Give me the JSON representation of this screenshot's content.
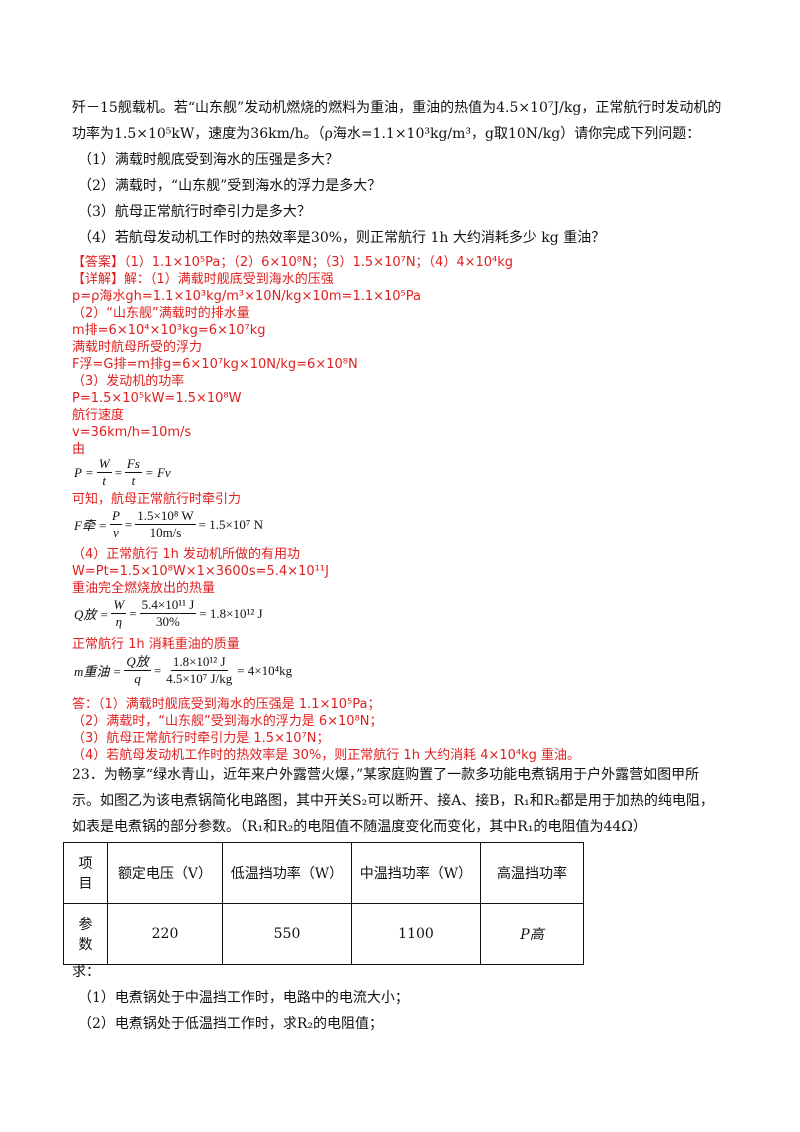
{
  "question": {
    "p1": "歼－15舰载机。若“山东舰”发动机燃烧的燃料为重油，重油的热值为4.5×10⁷J/kg，正常航行时发动机的",
    "p2": "功率为1.5×10⁵kW，速度为36km/h。（ρ海水=1.1×10³kg/m³，g取10N/kg）请你完成下列问题：",
    "q1": "（1）满载时舰底受到海水的压强是多大？",
    "q2": "（2）满载时，“山东舰”受到海水的浮力是多大？",
    "q3": "（3）航母正常航行时牵引力是多大？",
    "q4": "（4）若航母发动机工作时的热效率是30%，则正常航行 1h 大约消耗多少 kg 重油？"
  },
  "answer": {
    "a1": "【答案】（1）1.1×10⁵Pa；（2）6×10⁸N；（3）1.5×10⁷N；（4）4×10⁴kg",
    "a2": "【详解】解：（1）满载时舰底受到海水的压强",
    "a3": "p=ρ海水gh=1.1×10³kg/m³×10N/kg×10m=1.1×10⁵Pa",
    "a4": "（2）“山东舰”满载时的排水量",
    "a5": "m排=6×10⁴×10³kg=6×10⁷kg",
    "a6": "满载时航母所受的浮力",
    "a7": "F浮=G排=m排g=6×10⁷kg×10N/kg=6×10⁸N",
    "a8": "（3）发动机的功率",
    "a9": "P=1.5×10⁵kW=1.5×10⁸W",
    "a10": "航行速度",
    "a11": "v=36km/h=10m/s",
    "a12": "由",
    "a13": "可知，航母正常航行时牵引力",
    "a14": "（4）正常航行 1h 发动机所做的有用功",
    "a15": "W=Pt=1.5×10⁸W×1×3600s=5.4×10¹¹J",
    "a16": "重油完全燃烧放出的热量",
    "a17": "正常航行 1h 消耗重油的质量",
    "a18": "答：（1）满载时舰底受到海水的压强是 1.1×10⁵Pa；",
    "a19": "（2）满载时，“山东舰”受到海水的浮力是 6×10⁸N；",
    "a20": "（3）航母正常航行时牵引力是 1.5×10⁷N；",
    "a21": "（4）若航母发动机工作时的热效率是 30%，则正常航行 1h 大约消耗 4×10⁴kg 重油。"
  },
  "formulas": {
    "f1": {
      "lhs": "P =",
      "n1": "W",
      "d1": "t",
      "mid": "=",
      "n2": "Fs",
      "d2": "t",
      "rhs": "= Fv"
    },
    "f2": {
      "lhs": "F牵 =",
      "n1": "P",
      "d1": "v",
      "mid": "=",
      "n2": "1.5×10⁸ W",
      "d2": "10m/s",
      "rhs": "= 1.5×10⁷ N"
    },
    "f3": {
      "lhs": "Q放 =",
      "n1": "W",
      "d1": "η",
      "mid": "=",
      "n2": "5.4×10¹¹ J",
      "d2": "30%",
      "rhs": "= 1.8×10¹² J"
    },
    "f4": {
      "lhs": "m重油 =",
      "n1": "Q放",
      "d1": "q",
      "mid": "=",
      "n2": "1.8×10¹² J",
      "d2": "4.5×10⁷ J/kg",
      "rhs": "= 4×10⁴kg"
    }
  },
  "q23": {
    "p1": "23．为畅享“绿水青山，近年来户外露营火爆，”某家庭购置了一款多功能电煮锅用于户外露营如图甲所",
    "p2": "示。如图乙为该电煮锅简化电路图，其中开关S₂可以断开、接A、接B，R₁和R₂都是用于加热的纯电阻，",
    "p3": "如表是电煮锅的部分参数。（R₁和R₂的电阻值不随温度变化而变化，其中R₁的电阻值为44Ω）",
    "table": {
      "h0a": "项",
      "h0b": "目",
      "h1": "额定电压（V）",
      "h2": "低温挡功率（W）",
      "h3": "中温挡功率（W）",
      "h4": "高温挡功率",
      "r0a": "参",
      "r0b": "数",
      "r1": "220",
      "r2": "550",
      "r3": "1100",
      "r4": "P高"
    },
    "ask": "求：",
    "s1": "（1）电煮锅处于中温挡工作时，电路中的电流大小；",
    "s2": "（2）电煮锅处于低温挡工作时，求R₂的电阻值；"
  }
}
